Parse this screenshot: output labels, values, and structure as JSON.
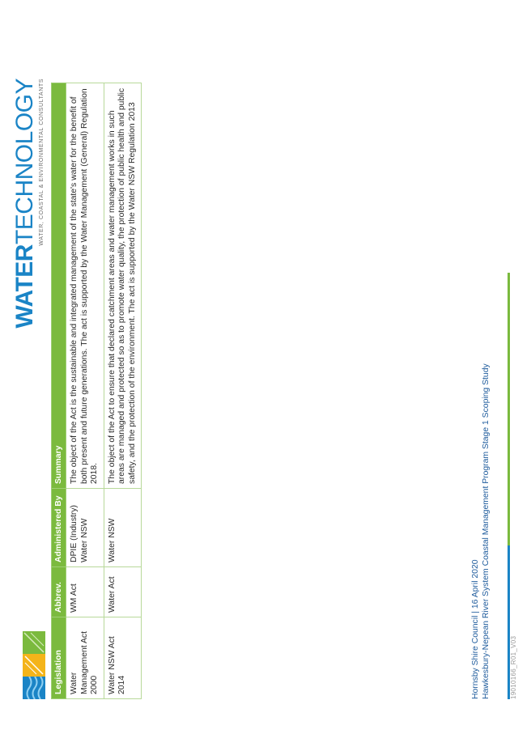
{
  "brand": {
    "name_bold": "WATER",
    "name_light": "TECHNOLOGY",
    "tagline": "WATER, COASTAL & ENVIRONMENTAL CONSULTANTS",
    "colors": {
      "blue": "#1a84c6",
      "green": "#7bba3e",
      "yellow": "#f4b41a"
    },
    "logo_tiles": [
      "blue-wave-tile",
      "yellow-tile",
      "green-tile"
    ]
  },
  "table": {
    "headers": [
      "Legislation",
      "Abbrev.",
      "Administered By",
      "Summary"
    ],
    "rows": [
      {
        "legislation": "Water Management Act 2000",
        "abbrev": "WM Act",
        "administered_by": "DPIE (Industry) Water NSW",
        "summary": "The object of the Act is the sustainable and integrated management of the state's water for the benefit of both present and future generations. The act is supported by the Water Management (General) Regulation 2018."
      },
      {
        "legislation": "Water NSW Act 2014",
        "abbrev": "Water Act",
        "administered_by": "Water NSW",
        "summary": "The object of the Act to ensure that declared catchment areas and water management works in such areas are managed and protected so as to promote water quality, the protection of public health and public safety, and the protection of the environment. The act is supported by the Water NSW Regulation 2013"
      }
    ]
  },
  "footer": {
    "line1": "Hornsby Shire Council | 16 April 2020",
    "line2": "Hawkesbury-Nepean River System Coastal Management Program Stage 1 Scoping Study"
  },
  "document_code": "19010166_R01_V03"
}
